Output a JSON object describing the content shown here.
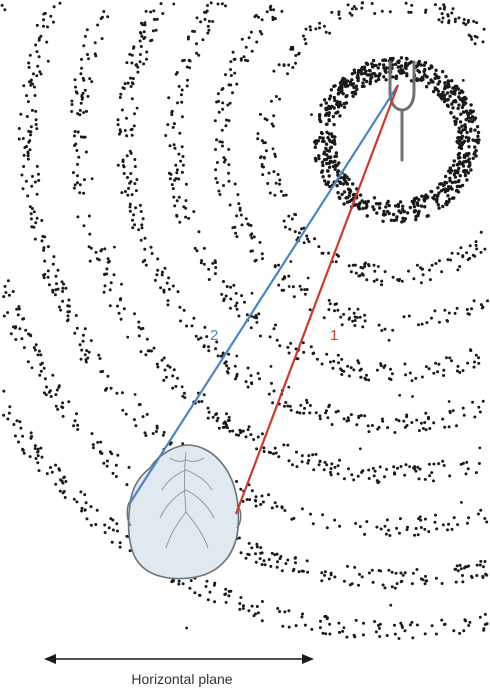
{
  "labels": {
    "path_2": "2",
    "path_1": "1",
    "axis": "Horizontal plane"
  },
  "colors": {
    "path_2": "#4a86c5",
    "path_1": "#d2392b",
    "dots": "#1a1a1a",
    "head_fill": "#dfe9ef",
    "head_stroke": "#6b7378",
    "fork": "#707070"
  },
  "icons": {
    "source": "tuning-fork-icon",
    "listener": "head-top-view-icon"
  }
}
